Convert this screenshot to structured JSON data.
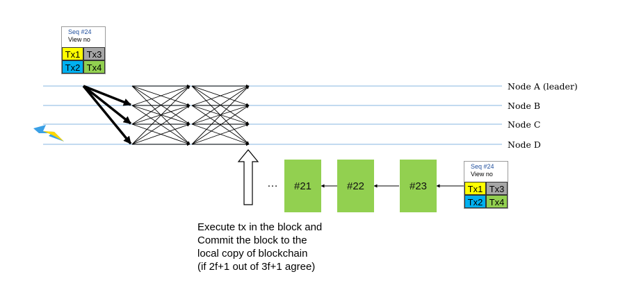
{
  "leader_block": {
    "seq": "Seq #24",
    "view": "View no",
    "txs": [
      {
        "label": "Tx1",
        "color": "#ffff00"
      },
      {
        "label": "Tx3",
        "color": "#a6a6a6"
      },
      {
        "label": "Tx2",
        "color": "#00b0f0"
      },
      {
        "label": "Tx4",
        "color": "#92d050"
      }
    ]
  },
  "nodes": [
    "Node A (leader)",
    "Node B",
    "Node C",
    "Node D"
  ],
  "chain": {
    "ellipsis": "…",
    "blocks": [
      "#21",
      "#22",
      "#23"
    ]
  },
  "chain_head_block": {
    "seq": "Seq #24",
    "view": "View no",
    "txs": [
      {
        "label": "Tx1",
        "color": "#ffff00"
      },
      {
        "label": "Tx3",
        "color": "#a6a6a6"
      },
      {
        "label": "Tx2",
        "color": "#00b0f0"
      },
      {
        "label": "Tx4",
        "color": "#92d050"
      }
    ]
  },
  "caption": [
    "Execute tx in the block and",
    "Commit the block to the",
    "local copy of blockchain",
    "(if 2f+1 out of 3f+1 agree)"
  ],
  "colors": {
    "node_line": "#9dc3e6",
    "block_green": "#92d050",
    "lightning": "#3aa0e6"
  }
}
